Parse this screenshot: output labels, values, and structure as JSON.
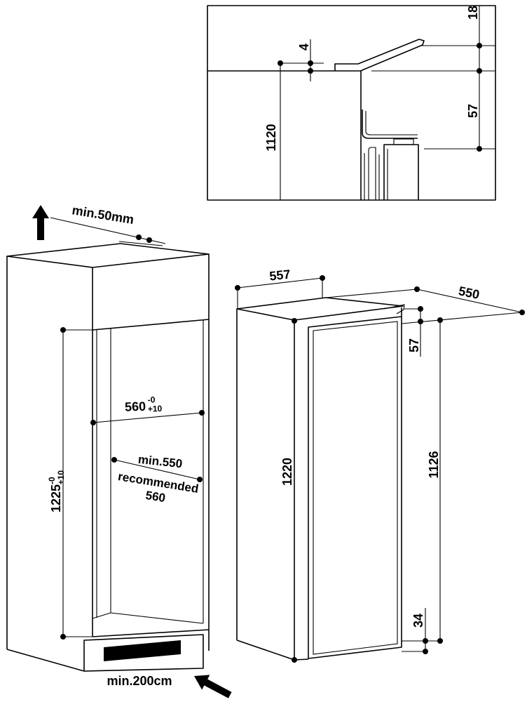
{
  "colors": {
    "line": "#000000",
    "background": "#ffffff"
  },
  "detail_view": {
    "trim_height": "18",
    "gap": "4",
    "worktop_height": "1120",
    "bracket_offset": "57"
  },
  "niche": {
    "top_clearance": "min.50mm",
    "width": {
      "value": "560",
      "tolerance_upper": "-0",
      "tolerance_lower": "+10"
    },
    "depth": {
      "minimum": "min.550",
      "recommended_label": "recommended",
      "recommended_value": "560"
    },
    "height": {
      "value": "1225",
      "tolerance_upper": "-0",
      "tolerance_lower": "+10"
    },
    "ventilation": "min.200cm"
  },
  "appliance": {
    "width": "557",
    "depth": "550",
    "top_offset": "57",
    "height": "1220",
    "door_height": "1126",
    "bottom_offset": "34"
  }
}
